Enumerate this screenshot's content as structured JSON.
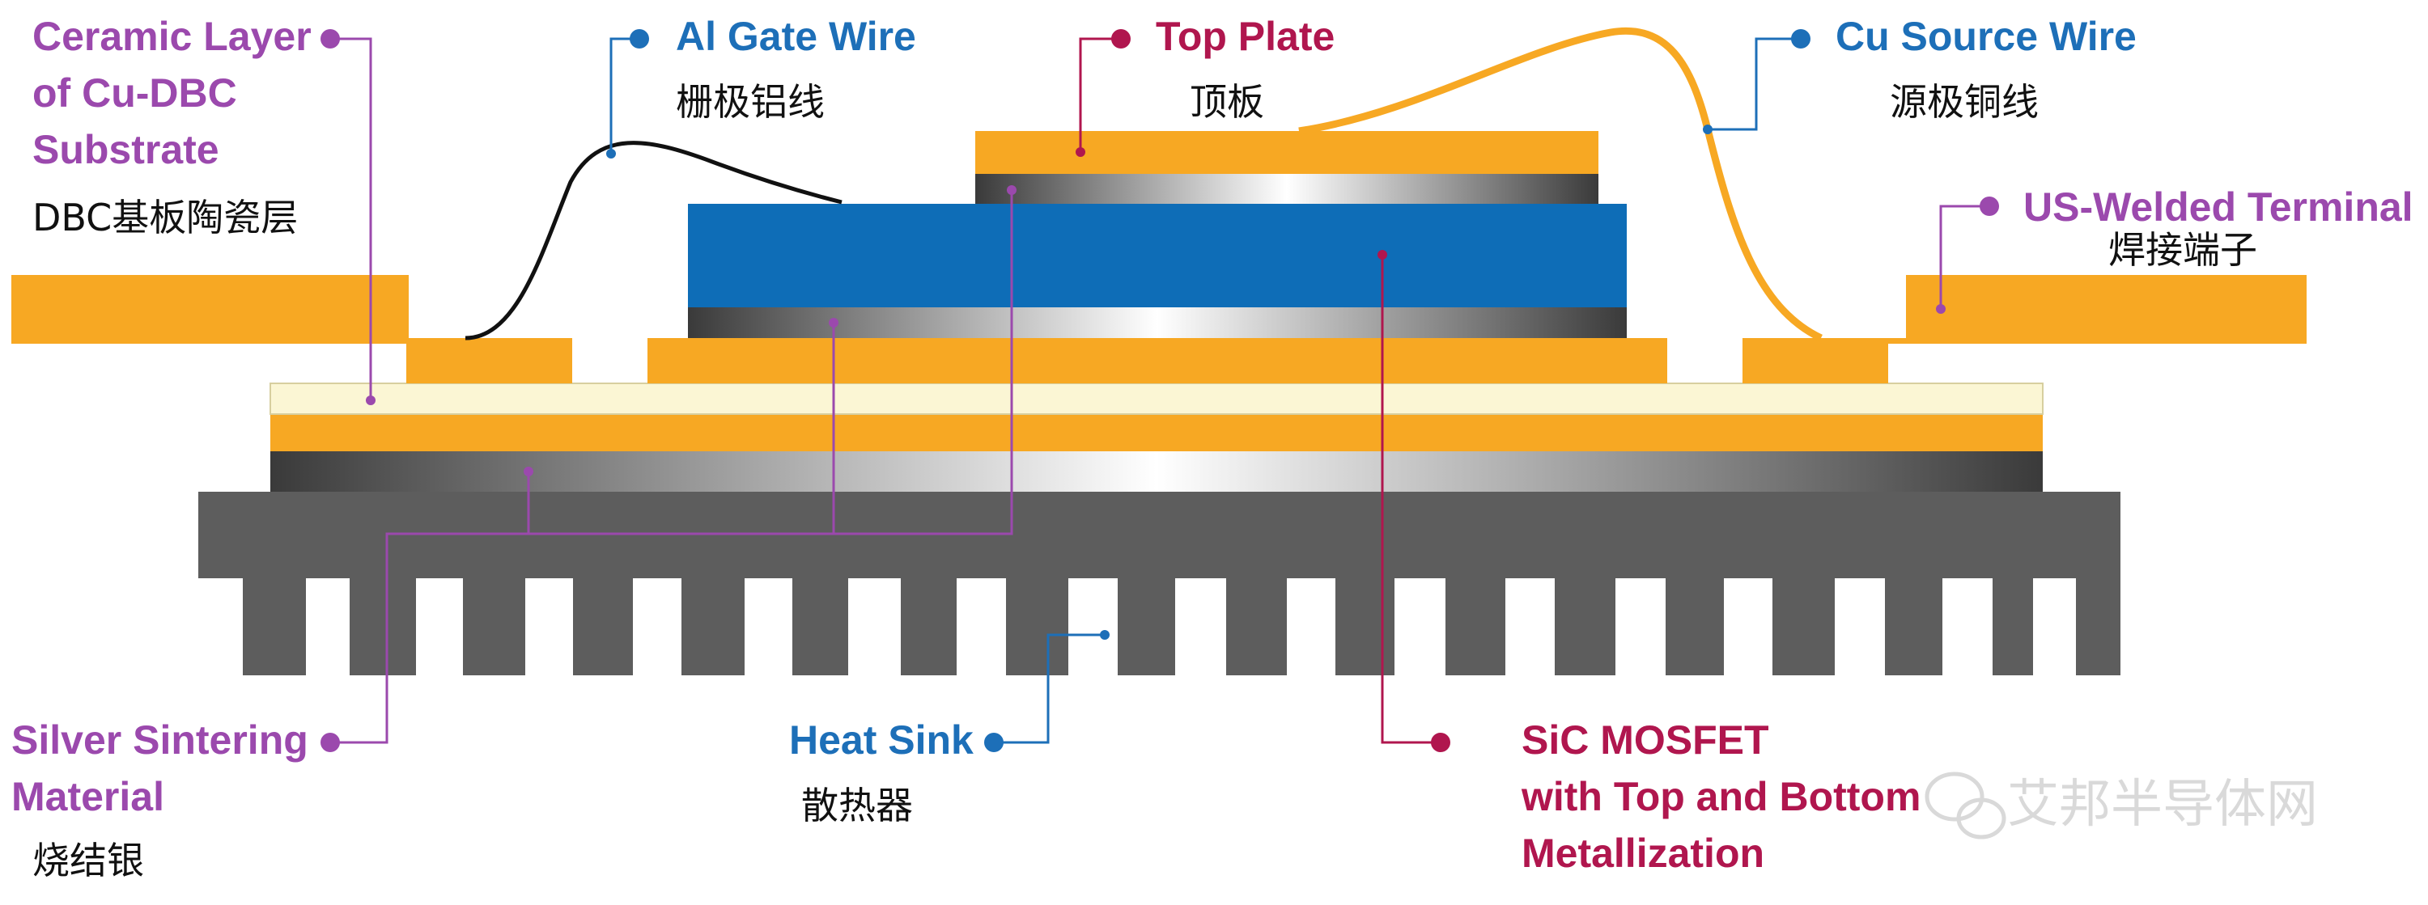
{
  "colors": {
    "purple": "#9b49ad",
    "blue": "#1d6fb8",
    "crimson": "#b0164e",
    "orange": "#f7a823",
    "chip_blue": "#0e6db7",
    "ceramic": "#fbf6d4",
    "heatsink": "#5d5d5d"
  },
  "labels": {
    "ceramic": {
      "en": [
        "Ceramic Layer",
        "of Cu-DBC",
        "Substrate"
      ],
      "zh": "DBC基板陶瓷层"
    },
    "gate": {
      "en": "Al Gate Wire",
      "zh": "栅极铝线"
    },
    "topplate": {
      "en": "Top Plate",
      "zh": "顶板"
    },
    "source": {
      "en": "Cu Source Wire",
      "zh": "源极铜线"
    },
    "terminal": {
      "en": "US-Welded Terminal",
      "zh": "焊接端子"
    },
    "silver": {
      "en": [
        "Silver Sintering",
        "Material"
      ],
      "zh": "烧结银"
    },
    "heatsink": {
      "en": "Heat Sink",
      "zh": "散热器"
    },
    "mosfet": {
      "en": [
        "SiC MOSFET",
        "with Top and Bottom",
        "Metallization"
      ]
    }
  },
  "watermark": {
    "text": "艾邦半导体网",
    "icon": "wechat-icon"
  }
}
